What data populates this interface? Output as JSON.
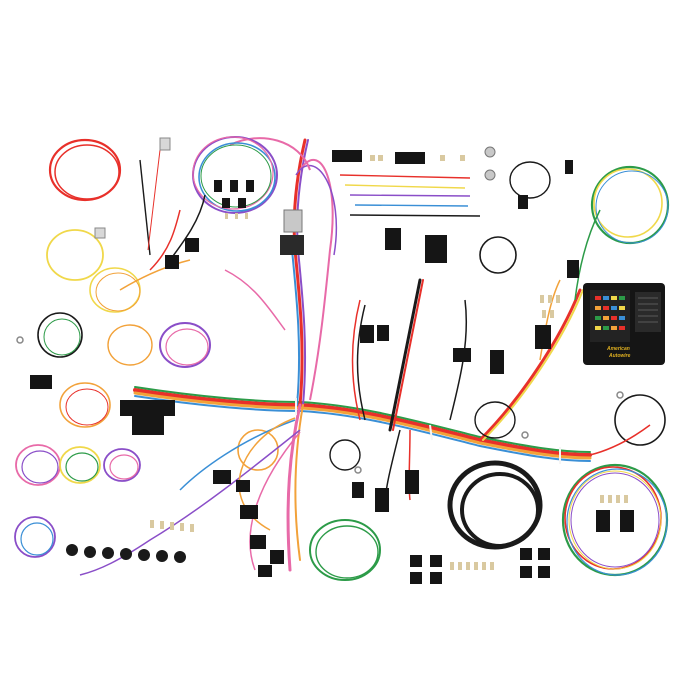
{
  "photo": {
    "subject": "automotive wiring harness kit laid out on white background",
    "background_color": "#ffffff"
  },
  "fuse_box": {
    "brand_line1": "American",
    "brand_line2": "Autowire",
    "body_color": "#151515"
  },
  "wire_colors": [
    "#e8302a",
    "#f2a23a",
    "#3a8fd6",
    "#2c9b48",
    "#f0d84a",
    "#8a4ec8",
    "#e86aa8",
    "#1a1a1a",
    "#9a6a3a",
    "#7a7a7a"
  ]
}
